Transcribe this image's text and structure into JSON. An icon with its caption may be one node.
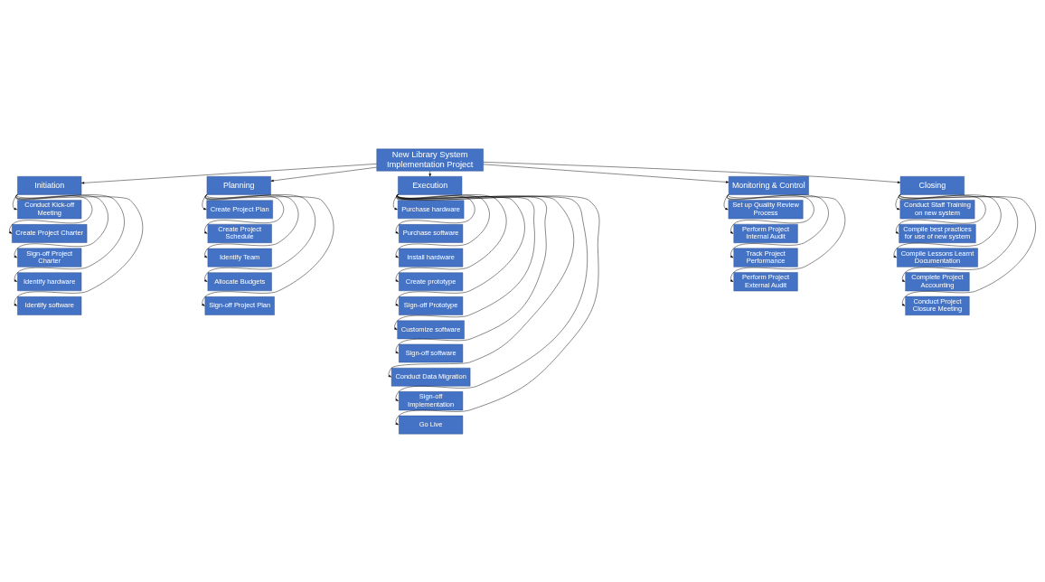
{
  "diagram": {
    "nodes": [
      {
        "text": [
          "New Library System Implementation Project"
        ]
      },
      {
        "text": [
          "Initiation"
        ]
      },
      {
        "text": [
          "Conduct Kick-off Meeting"
        ]
      },
      {
        "text": [
          "Create Project Charter"
        ]
      },
      {
        "text": [
          "Sign-off Project Charter"
        ]
      },
      {
        "text": [
          "Identify hardware"
        ]
      },
      {
        "text": [
          "Identify software"
        ]
      },
      {
        "text": [
          "Planning"
        ]
      },
      {
        "text": [
          "Create Project Plan"
        ]
      },
      {
        "text": [
          "Create Project Schedule"
        ]
      },
      {
        "text": [
          "Identify Team"
        ]
      },
      {
        "text": [
          "Allocate Budgets"
        ]
      },
      {
        "text": [
          "Sign-off Project Plan"
        ]
      },
      {
        "text": [
          "Execution"
        ]
      },
      {
        "text": [
          "Purchase hardware"
        ]
      },
      {
        "text": [
          "Purchase software"
        ]
      },
      {
        "text": [
          "Install hardware"
        ]
      },
      {
        "text": [
          "Create prototype"
        ]
      },
      {
        "text": [
          "Sign-off Prototype"
        ]
      },
      {
        "text": [
          "Customize software"
        ]
      },
      {
        "text": [
          "Sign-off software"
        ]
      },
      {
        "text": [
          "Conduct Data Migration"
        ]
      },
      {
        "text": [
          "Sign-off Implementation"
        ]
      },
      {
        "text": [
          "Go Live"
        ]
      },
      {
        "text": [
          "Monitoring & Control"
        ]
      },
      {
        "text": [
          "Set up Quality Review Process"
        ]
      },
      {
        "text": [
          "Perform Project Internal Audit"
        ]
      },
      {
        "text": [
          "Track Project Performance"
        ]
      },
      {
        "text": [
          "Perform Project External Audit"
        ]
      },
      {
        "text": [
          "Closing"
        ]
      },
      {
        "text": [
          "Conduct Staff Training on new system"
        ]
      },
      {
        "text": [
          "Compile best practices for use of new system"
        ]
      },
      {
        "text": [
          "Compile Lessons Learnt Documentation"
        ]
      },
      {
        "text": [
          "Complete Project Accounting"
        ]
      },
      {
        "text": [
          "Conduct Project Closure Meeting"
        ]
      }
    ],
    "edges": [
      {
        "from": 0,
        "to": 1,
        "arrow": "to"
      },
      {
        "from": 0,
        "to": 7,
        "arrow": "to"
      },
      {
        "from": 0,
        "to": 13,
        "arrow": "to"
      },
      {
        "from": 0,
        "to": 24,
        "arrow": "to"
      },
      {
        "from": 0,
        "to": 29,
        "arrow": "to"
      },
      {
        "from": 1,
        "to": 2,
        "arrow": "to"
      },
      {
        "from": 1,
        "to": 3,
        "arrow": "to"
      },
      {
        "from": 1,
        "to": 4,
        "arrow": "to"
      },
      {
        "from": 1,
        "to": 5,
        "arrow": "to"
      },
      {
        "from": 1,
        "to": 6,
        "arrow": "to"
      },
      {
        "from": 7,
        "to": 8,
        "arrow": "to"
      },
      {
        "from": 7,
        "to": 9,
        "arrow": "to"
      },
      {
        "from": 7,
        "to": 10,
        "arrow": "to"
      },
      {
        "from": 7,
        "to": 11,
        "arrow": "to"
      },
      {
        "from": 7,
        "to": 12,
        "arrow": "to"
      },
      {
        "from": 13,
        "to": 14,
        "arrow": "to"
      },
      {
        "from": 13,
        "to": 15,
        "arrow": "to"
      },
      {
        "from": 13,
        "to": 16,
        "arrow": "to"
      },
      {
        "from": 13,
        "to": 17,
        "arrow": "to"
      },
      {
        "from": 13,
        "to": 18,
        "arrow": "to"
      },
      {
        "from": 13,
        "to": 19,
        "arrow": "to"
      },
      {
        "from": 13,
        "to": 20,
        "arrow": "to"
      },
      {
        "from": 13,
        "to": 21,
        "arrow": "to"
      },
      {
        "from": 13,
        "to": 22,
        "arrow": "to"
      },
      {
        "from": 13,
        "to": 23,
        "arrow": "to"
      },
      {
        "from": 24,
        "to": 25,
        "arrow": "to"
      },
      {
        "from": 24,
        "to": 26,
        "arrow": "to"
      },
      {
        "from": 24,
        "to": 27,
        "arrow": "to"
      },
      {
        "from": 24,
        "to": 28,
        "arrow": "to"
      },
      {
        "from": 29,
        "to": 30,
        "arrow": "to"
      },
      {
        "from": 29,
        "to": 31,
        "arrow": "to"
      },
      {
        "from": 29,
        "to": 32,
        "arrow": "to"
      },
      {
        "from": 29,
        "to": 33,
        "arrow": "to"
      },
      {
        "from": 29,
        "to": 34,
        "arrow": "to"
      }
    ]
  }
}
